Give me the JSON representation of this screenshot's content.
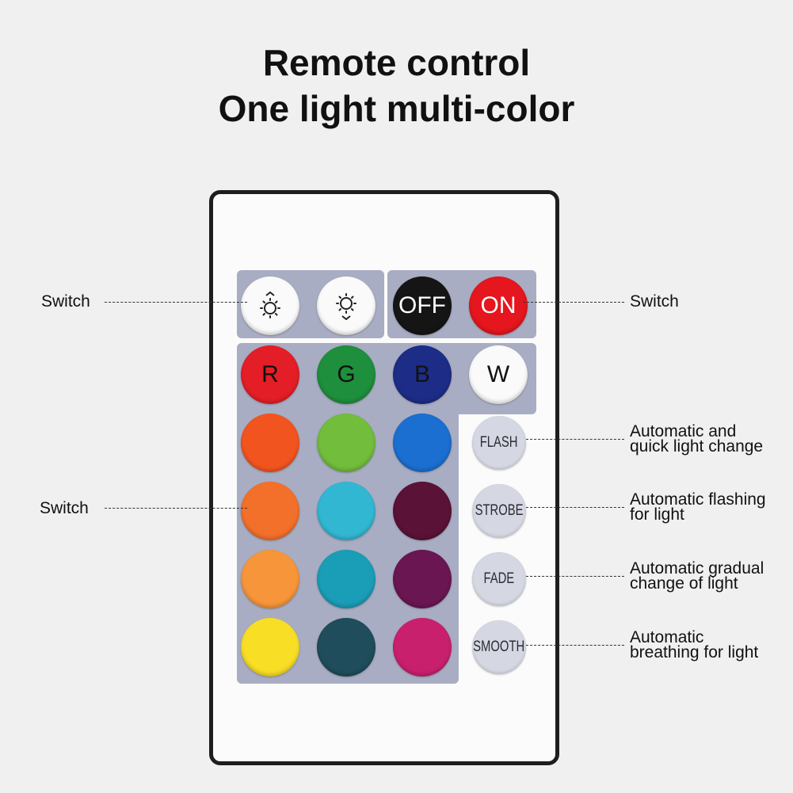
{
  "title": {
    "line1": "Remote control",
    "line2": "One light multi-color"
  },
  "icons": {
    "brightness_up": "brightness-up-icon",
    "brightness_down": "brightness-down-icon"
  },
  "top_row": {
    "off_label": "OFF",
    "on_label": "ON"
  },
  "color_buttons": {
    "r_label": "R",
    "g_label": "G",
    "b_label": "B",
    "w_label": "W"
  },
  "mode_buttons": {
    "flash": "FLASH",
    "strobe": "STROBE",
    "fade": "FADE",
    "smooth": "SMOOTH"
  },
  "callouts": {
    "left_top": "Switch",
    "left_mid": "Switch",
    "right_top": "Switch",
    "flash_line1": "Automatic and",
    "flash_line2": "quick light change",
    "strobe_line1": "Automatic flashing",
    "strobe_line2": "for light",
    "fade_line1": "Automatic gradual",
    "fade_line2": "change of light",
    "smooth_line1": "Automatic",
    "smooth_line2": "breathing for light"
  },
  "colors": {
    "background": "#f1f0f1",
    "panel": "#a9adc3",
    "off": "#151515",
    "on": "#e5161d",
    "red": "#e41e26",
    "green": "#1e8f3c",
    "blue": "#1d2d87",
    "row2": [
      "#f2541f",
      "#72bd3c",
      "#1b6fd0"
    ],
    "row3": [
      "#f3702a",
      "#32b7d3",
      "#5a1236"
    ],
    "row4": [
      "#f7953a",
      "#1a9db6",
      "#6a1652"
    ],
    "row5": [
      "#f8de25",
      "#1f4d5c",
      "#c9206d"
    ]
  }
}
